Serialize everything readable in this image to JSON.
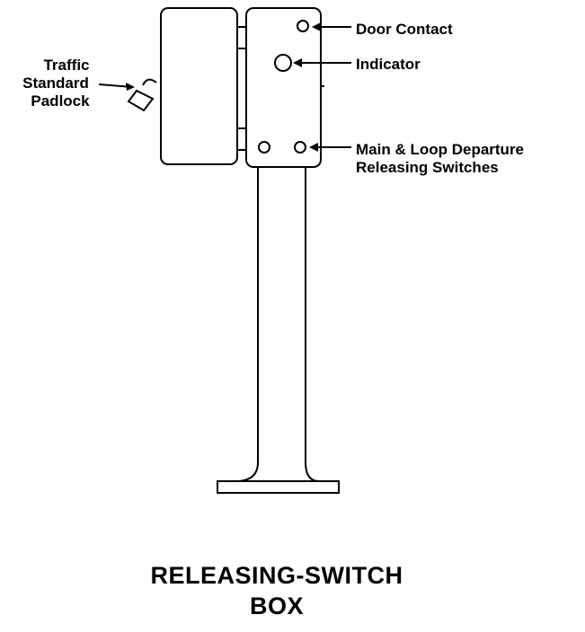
{
  "labels": {
    "padlock": [
      "Traffic",
      "Standard",
      "Padlock"
    ],
    "door_contact": "Door Contact",
    "indicator": "Indicator",
    "switches": [
      "Main & Loop Departure",
      "Releasing Switches"
    ]
  },
  "title": [
    "RELEASING-SWITCH",
    "BOX"
  ]
}
